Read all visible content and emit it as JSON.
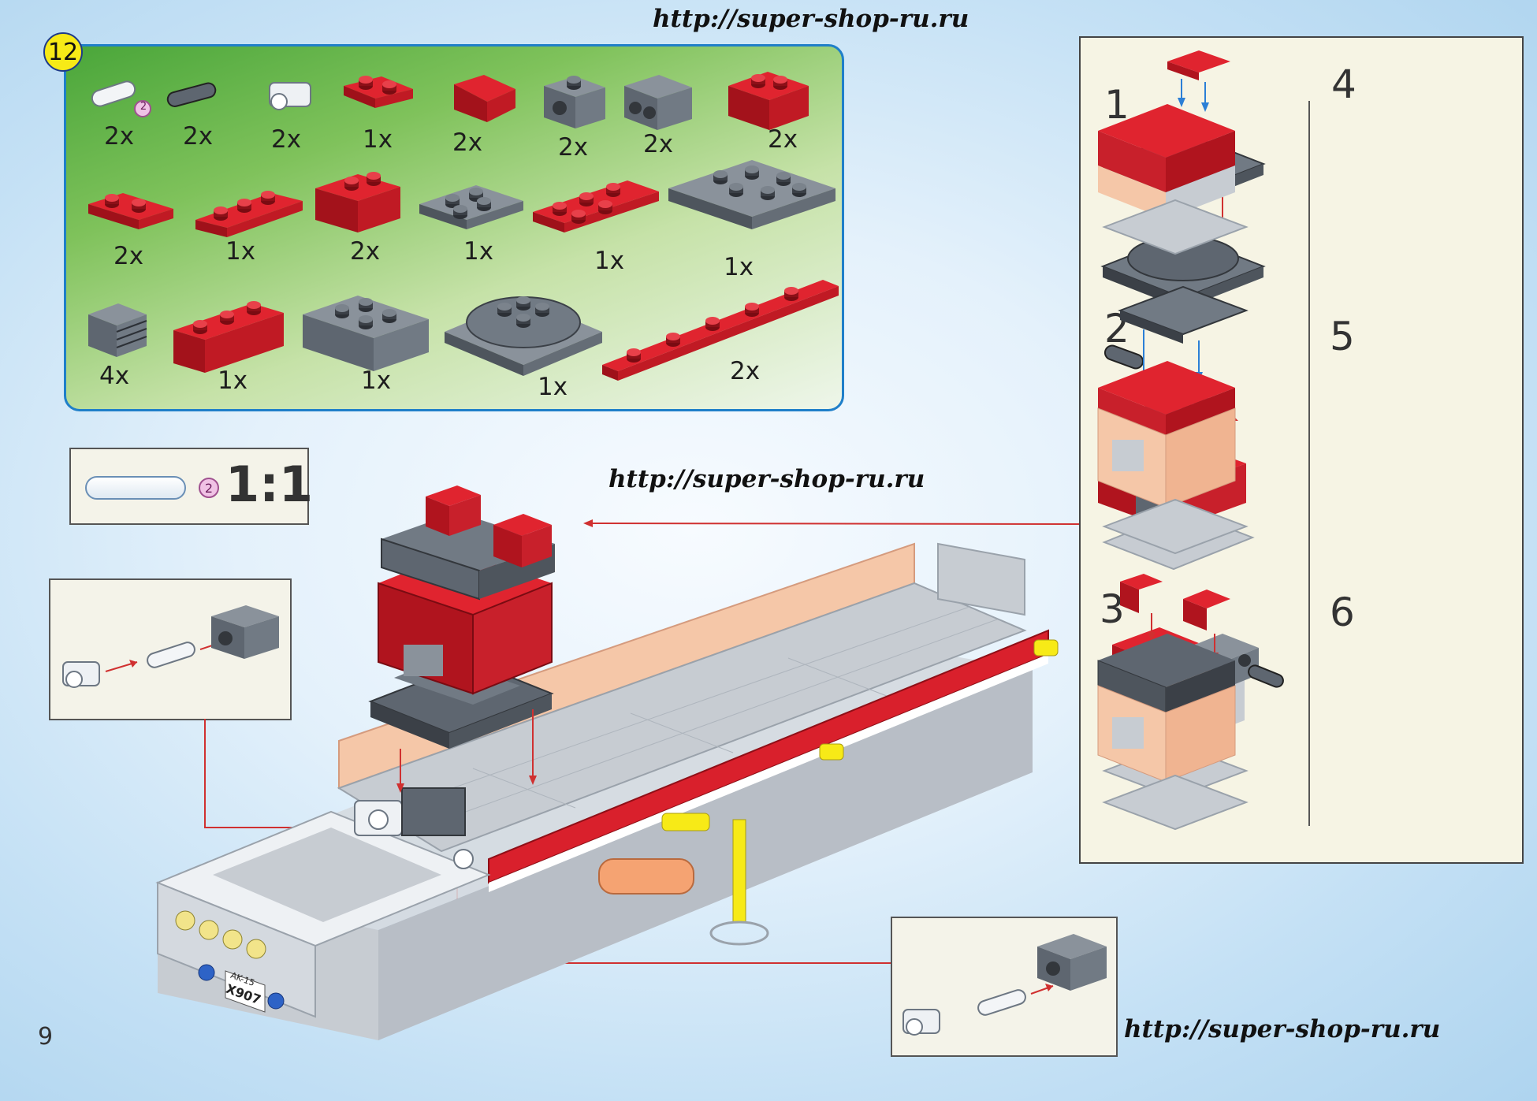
{
  "watermarks": {
    "top": "http://super-shop-ru.ru",
    "middle": "http://super-shop-ru.ru",
    "bottom": "http://super-shop-ru.ru"
  },
  "step_number": "12",
  "parts_list": {
    "row1": [
      {
        "qty": "2x",
        "badge": "2"
      },
      {
        "qty": "2x"
      },
      {
        "qty": "2x"
      },
      {
        "qty": "1x"
      },
      {
        "qty": "2x"
      },
      {
        "qty": "2x"
      },
      {
        "qty": "2x"
      },
      {
        "qty": "2x"
      }
    ],
    "row2": [
      {
        "qty": "2x"
      },
      {
        "qty": "1x"
      },
      {
        "qty": "2x"
      },
      {
        "qty": "1x"
      },
      {
        "qty": "1x"
      },
      {
        "qty": "1x"
      }
    ],
    "row3": [
      {
        "qty": "4x"
      },
      {
        "qty": "1x"
      },
      {
        "qty": "1x"
      },
      {
        "qty": "1x"
      },
      {
        "qty": "2x"
      }
    ]
  },
  "scale": {
    "badge": "2",
    "ratio": "1:1"
  },
  "substeps": [
    "1",
    "2",
    "3",
    "4",
    "5",
    "6"
  ],
  "license_plate": {
    "line1": "AK-15",
    "line2": "X907"
  },
  "page_number": "9",
  "colors": {
    "red": "#d9202c",
    "dark_grey": "#5e6670",
    "light_grey": "#c7ccd2",
    "tan": "#f5c7a8",
    "yellow": "#f7ea17",
    "panel_border": "#1f7fc9"
  }
}
